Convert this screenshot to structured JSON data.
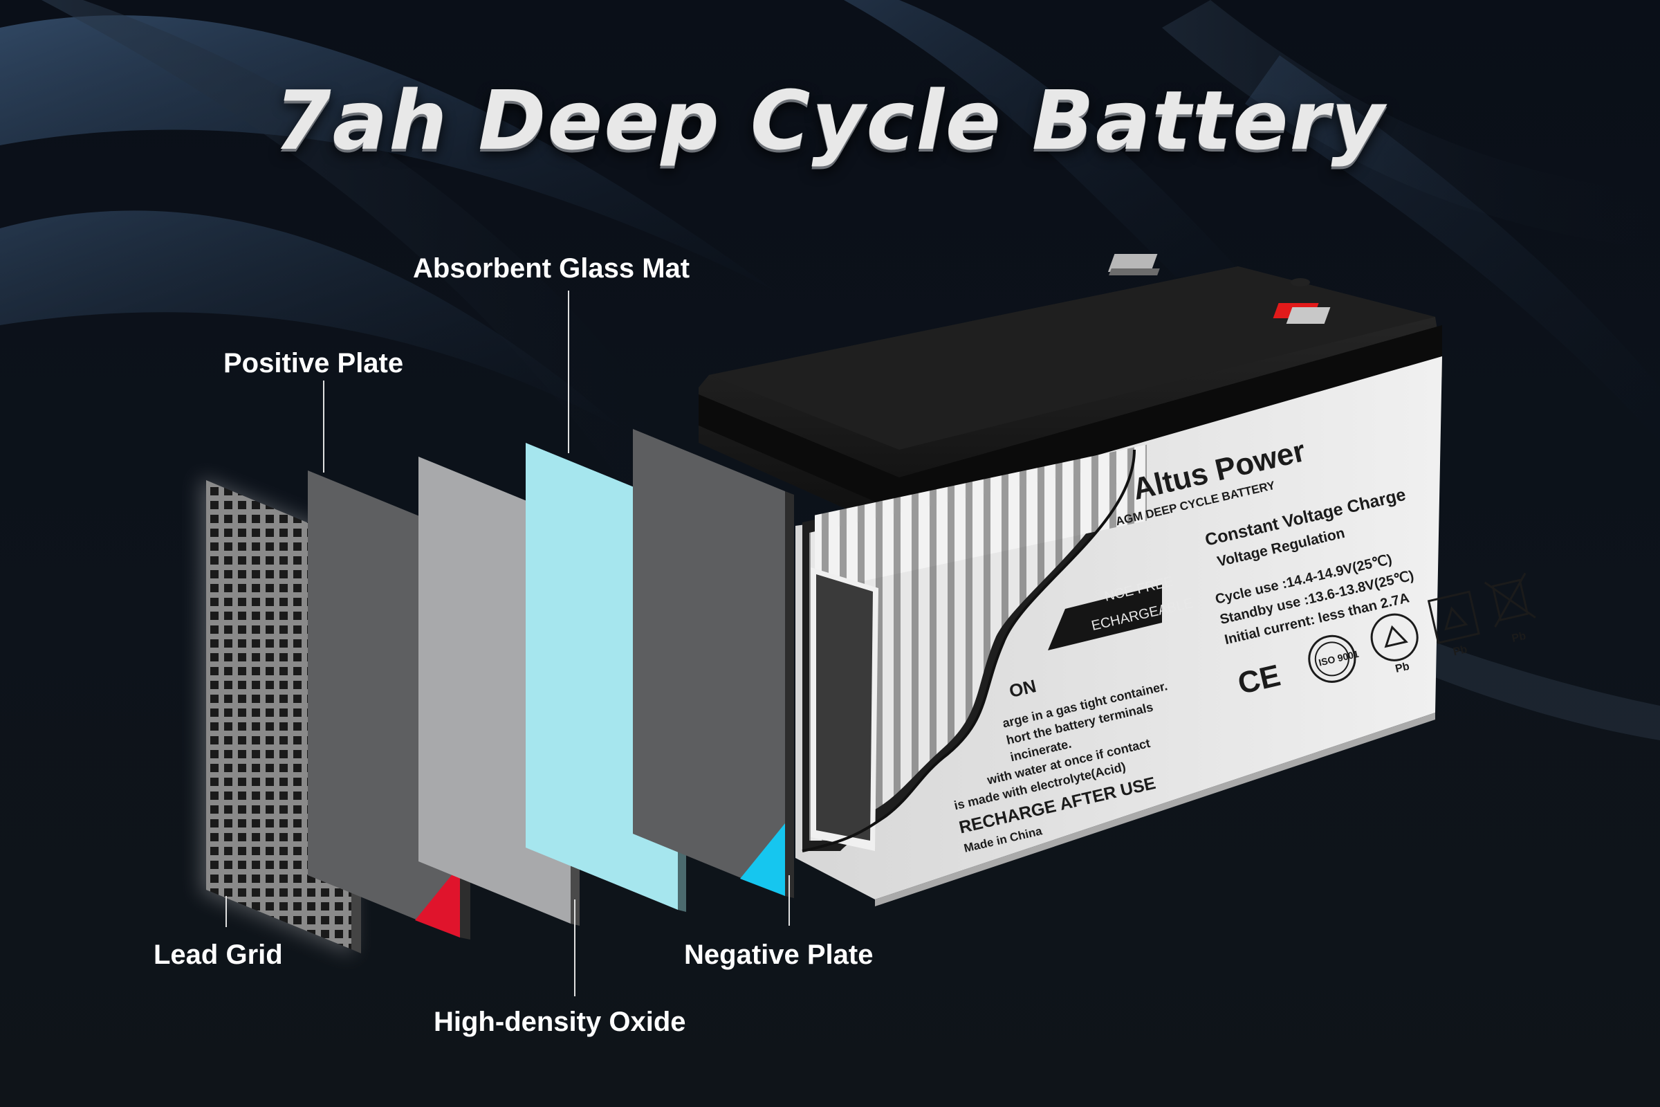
{
  "title": "7ah Deep Cycle Battery",
  "callouts": {
    "absorbent_glass_mat": "Absorbent Glass Mat",
    "positive_plate": "Positive Plate",
    "lead_grid": "Lead Grid",
    "high_density_oxide": "High-density Oxide",
    "negative_plate": "Negative Plate"
  },
  "battery_label": {
    "brand": "Altus Power",
    "subtitle": "AGM DEEP CYCLE BATTERY",
    "heading": "Constant Voltage Charge",
    "subheading": "Voltage Regulation",
    "cycle_use": "Cycle use      :14.4-14.9V(25℃)",
    "standby_use": "Standby use :13.6-13.8V(25℃)",
    "initial_current": "Initial current: less than 2.7A",
    "maintenance": "NCE FREE",
    "rechargeable": "ECHARGEABLE",
    "caution": "ON",
    "caution_1": "arge in a gas tight container.",
    "caution_2": "hort the battery terminals",
    "caution_3": "incinerate.",
    "caution_4": "with water at once if contact",
    "caution_5": "is made with electrolyte(Acid)",
    "recharge": "RECHARGE AFTER USE",
    "origin": "Made in China",
    "cert_ce": "CE",
    "cert_iso": "ISO 9001",
    "cert_pb": "Pb"
  },
  "colors": {
    "background": "#0c1016",
    "positive_marker": "#e0142c",
    "negative_marker": "#16c6ef",
    "glass_mat": "#a6e6ee",
    "plate_dark": "#5d5e60",
    "plate_light": "#a8a9ab",
    "battery_lid": "#161616",
    "battery_case": "#e4e4e4"
  }
}
